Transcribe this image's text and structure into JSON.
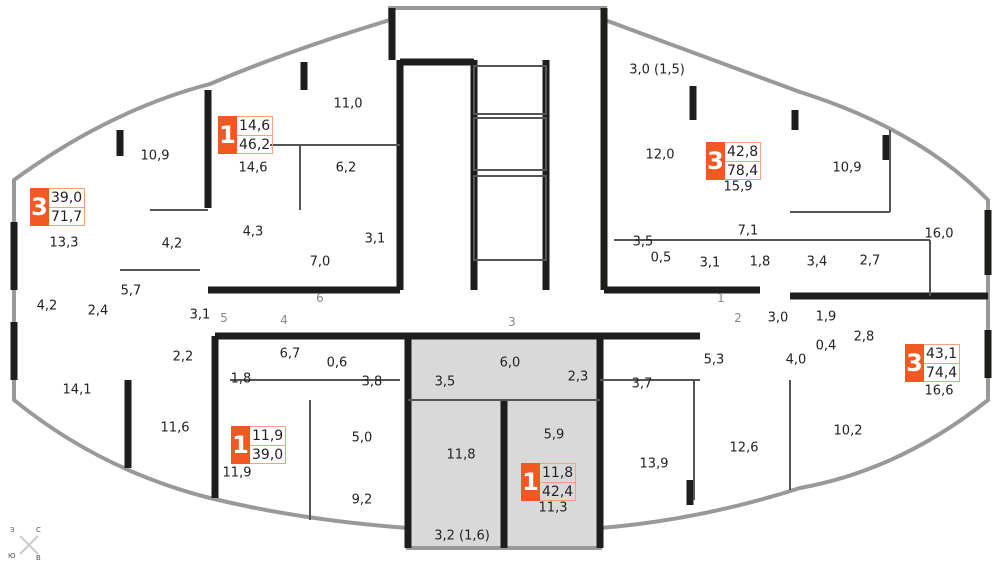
{
  "colors": {
    "accent": "#f05a22",
    "wall": "#1d1d1b",
    "highlight": "#d9d9d9"
  },
  "rooms": [
    "10,9",
    "14,6",
    "11,0",
    "6,2",
    "13,3",
    "4,2",
    "4,3",
    "7,0",
    "3,1",
    "4,2",
    "2,4",
    "5,7",
    "3,1",
    "2,2",
    "6,7",
    "0,6",
    "3,8",
    "1,8",
    "14,1",
    "11,6",
    "5,0",
    "11,9",
    "9,2",
    "3,5",
    "6,0",
    "2,3",
    "11,8",
    "5,9",
    "11,3",
    "3,2 (1,6)",
    "3,7",
    "13,9",
    "12,6",
    "5,3",
    "4,0",
    "3,0",
    "1,9",
    "0,4",
    "2,8",
    "16,6",
    "10,2",
    "3,0 (1,5)",
    "12,0",
    "15,9",
    "10,9",
    "7,1",
    "3,5",
    "0,5",
    "3,1",
    "1,8",
    "3,4",
    "2,7",
    "16,0"
  ],
  "doors": [
    "6",
    "5",
    "4",
    "3",
    "1",
    "2"
  ],
  "apartments": [
    {
      "rooms": "3",
      "living": "39,0",
      "total": "71,7"
    },
    {
      "rooms": "1",
      "living": "14,6",
      "total": "46,2"
    },
    {
      "rooms": "3",
      "living": "42,8",
      "total": "78,4"
    },
    {
      "rooms": "3",
      "living": "43,1",
      "total": "74,4"
    },
    {
      "rooms": "1",
      "living": "11,9",
      "total": "39,0"
    },
    {
      "rooms": "1",
      "living": "11,8",
      "total": "42,4"
    }
  ],
  "compass": {
    "w": "З",
    "n": "С",
    "s": "Ю",
    "e": "В"
  }
}
